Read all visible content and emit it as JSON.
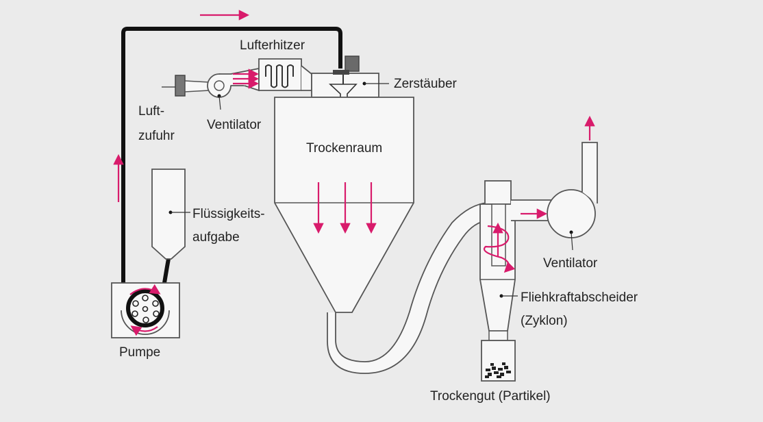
{
  "labels": {
    "air_heater": "Lufterhitzer",
    "atomizer": "Zerstäuber",
    "air_intake_line1": "Luft-",
    "air_intake_line2": "zufuhr",
    "fan_left": "Ventilator",
    "drying_chamber": "Trockenraum",
    "liquid_feed_line1": "Flüssigkeits-",
    "liquid_feed_line2": "aufgabe",
    "pump": "Pumpe",
    "fan_right": "Ventilator",
    "cyclone_line1": "Fliehkraftabscheider",
    "cyclone_line2": "(Zyklon)",
    "dried_product": "Trockengut (Partikel)"
  },
  "colors": {
    "arrow": "#d81b6b",
    "line": "#111111",
    "outline": "#555555",
    "fill": "#f7f7f7",
    "background": "#ebebeb"
  }
}
